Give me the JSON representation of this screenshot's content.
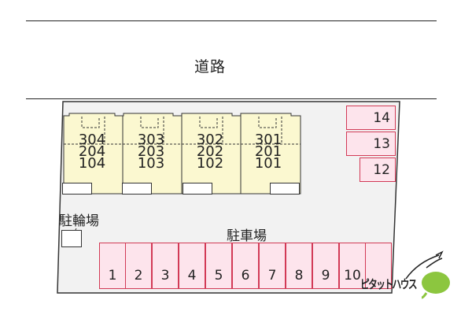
{
  "road": {
    "label": "道路"
  },
  "building": {
    "units": [
      {
        "upper": "304",
        "middle": "204",
        "lower": "104"
      },
      {
        "upper": "303",
        "middle": "203",
        "lower": "103"
      },
      {
        "upper": "302",
        "middle": "202",
        "lower": "102"
      },
      {
        "upper": "301",
        "middle": "201",
        "lower": "101"
      }
    ]
  },
  "bicycle_parking": {
    "label": "駐輪場"
  },
  "parking": {
    "label": "駐車場",
    "bottom_row": [
      "1",
      "2",
      "3",
      "4",
      "5",
      "6",
      "7",
      "8",
      "9",
      "10",
      ""
    ],
    "side_column": [
      "14",
      "13",
      "12"
    ]
  },
  "branding": {
    "logo_text": "ピタットハウス"
  },
  "colors": {
    "building_fill": "#fbf8d0",
    "parking_fill": "#fde4ec",
    "parking_border": "#d23a56",
    "logo_green": "#8cc63f"
  }
}
